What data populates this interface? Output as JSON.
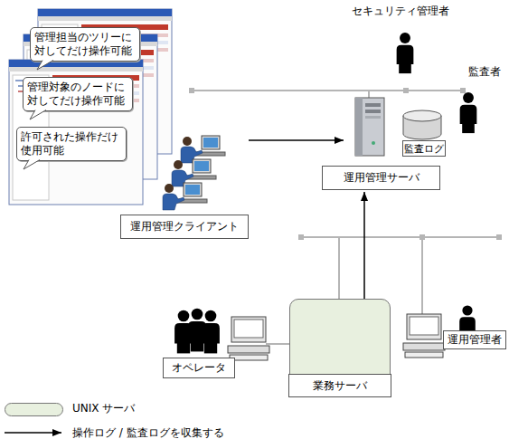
{
  "diagram": {
    "nodes": [
      {
        "text": [
          "管理担当のツリーに 対してだけ操作可能"
        ]
      },
      {
        "text": [
          "管理対象のノードに 対してだけ操作可能"
        ]
      },
      {
        "text": [
          "許可された操作だけ 使用可能"
        ]
      },
      {
        "text": [
          "監査ログ"
        ]
      },
      {
        "text": [
          "運用管理サーバ"
        ]
      },
      {
        "text": [
          "運用管理クライアント"
        ]
      },
      {
        "text": [
          "業務サーバ"
        ]
      },
      {
        "text": [
          "オペレータ"
        ]
      },
      {
        "text": [
          "運用管理者"
        ]
      }
    ],
    "edges": [
      {
        "from": 5,
        "to": 4,
        "arrow": "to"
      },
      {
        "from": 6,
        "to": 4,
        "arrow": "to"
      }
    ],
    "labels": [
      "セキュリティ管理者",
      "監査者"
    ],
    "legend": [
      {
        "text": "UNIX サーバ",
        "color": "#e8f0df"
      },
      {
        "text": "操作ログ / 監査ログを収集する"
      }
    ]
  }
}
